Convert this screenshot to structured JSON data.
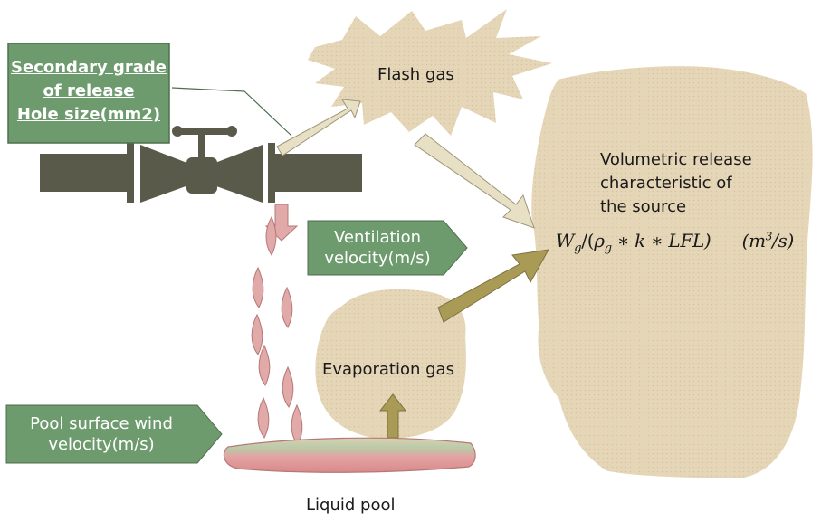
{
  "release_box": {
    "line1": "Secondary grade",
    "line2": "of release",
    "line3": "Hole size(mm2)"
  },
  "flash_gas": "Flash gas",
  "volumetric": {
    "line1": "Volumetric release",
    "line2": "characteristic of",
    "line3": "the source"
  },
  "formula": {
    "W": "W",
    "g_sub": "g",
    "open": "/(",
    "rho": "ρ",
    "rho_sub": "g",
    "rest": " ∗ k ∗ LFL)",
    "unit_open": "(m",
    "unit_sup": "3",
    "unit_close": "/s)"
  },
  "ventilation": {
    "line1": "Ventilation",
    "line2": "velocity(m/s)"
  },
  "evaporation_gas": "Evaporation gas",
  "pool_wind": {
    "line1": "Pool surface wind",
    "line2": "velocity(m/s)"
  },
  "liquid_pool": "Liquid pool",
  "colors": {
    "box_green": "#6e9b6e",
    "box_border": "#4f6e4f",
    "cloud": "#e6d6b8",
    "pipe": "#5a5a4a",
    "arrow_light": "#e8e0c4",
    "arrow_olive": "#a99a55",
    "drop": "#e2a9a9"
  }
}
